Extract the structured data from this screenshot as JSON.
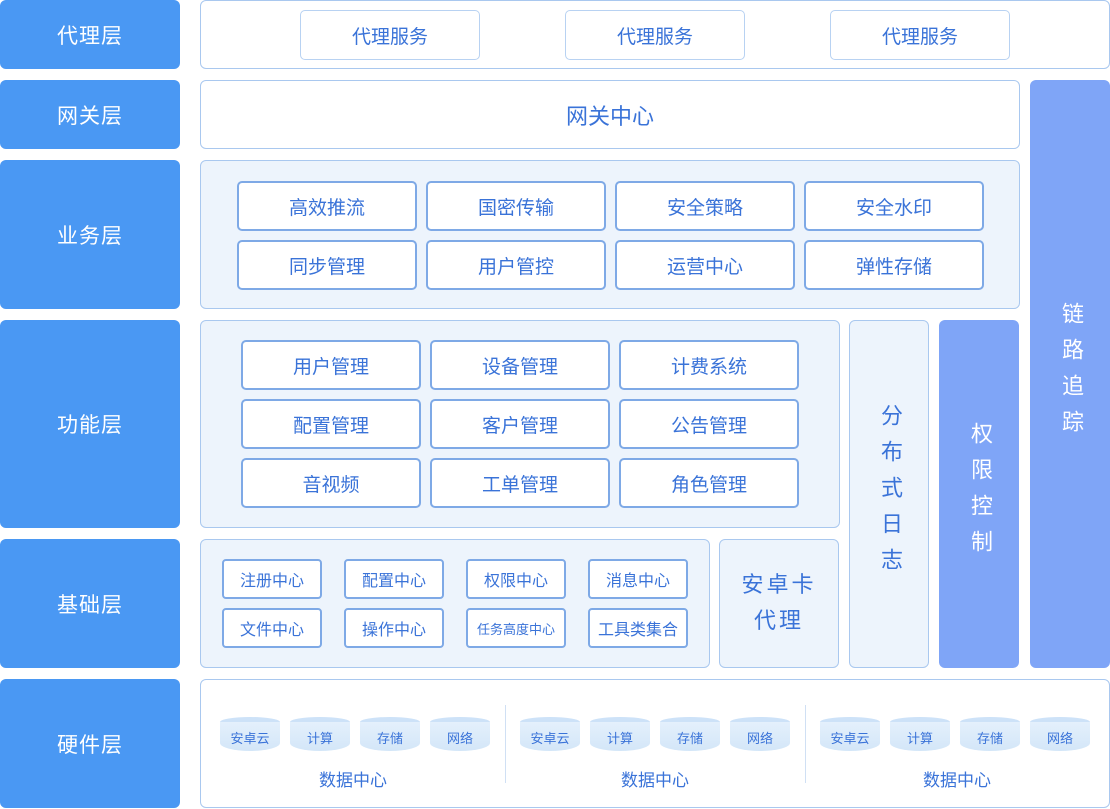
{
  "layers": {
    "proxy": "代理层",
    "gateway": "网关层",
    "business": "业务层",
    "function": "功能层",
    "base": "基础层",
    "hardware": "硬件层"
  },
  "proxy_services": [
    "代理服务",
    "代理服务",
    "代理服务"
  ],
  "gateway_center": "网关中心",
  "business_items": [
    "高效推流",
    "国密传输",
    "安全策略",
    "安全水印",
    "同步管理",
    "用户管控",
    "运营中心",
    "弹性存储"
  ],
  "function_items": [
    "用户管理",
    "设备管理",
    "计费系统",
    "配置管理",
    "客户管理",
    "公告管理",
    "音视频",
    "工单管理",
    "角色管理"
  ],
  "base_items": [
    "注册中心",
    "配置中心",
    "权限中心",
    "消息中心",
    "文件中心",
    "操作中心",
    "任务高度中心",
    "工具类集合"
  ],
  "android_card": {
    "line1": "安卓卡",
    "line2": "代理"
  },
  "side_columns": {
    "distributed_log": "分布式日志",
    "permission_control": "权限控制",
    "trace": "链路追踪"
  },
  "data_centers": [
    {
      "title": "数据中心",
      "items": [
        "安卓云",
        "计算",
        "存储",
        "网络"
      ]
    },
    {
      "title": "数据中心",
      "items": [
        "安卓云",
        "计算",
        "存储",
        "网络"
      ]
    },
    {
      "title": "数据中心",
      "items": [
        "安卓云",
        "计算",
        "存储",
        "网络"
      ]
    }
  ],
  "colors": {
    "layer_label_bg": "#4a98f3",
    "accent_text": "#3a73d8",
    "border": "#7ea9e6",
    "panel_light": "#edf4fc",
    "column_dark": "#7fa5f7"
  }
}
